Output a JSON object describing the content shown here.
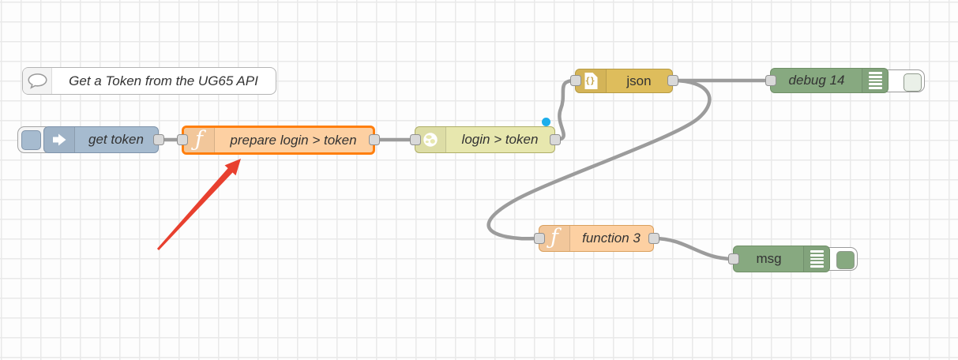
{
  "app": "node-red-flow-editor",
  "comment": {
    "label": "Get a Token from the UG65 API",
    "icon": "comment-bubble-icon"
  },
  "nodes": {
    "inject": {
      "label": "get token",
      "type": "inject",
      "color": "#a6bbcf",
      "icon": "inject-arrow-icon"
    },
    "prepare": {
      "label": "prepare login > token",
      "type": "function",
      "color": "#fdd0a2",
      "icon": "function-f-icon",
      "selected": true
    },
    "http": {
      "label": "login > token",
      "type": "http-request",
      "color": "#e7e7ae",
      "icon": "globe-icon",
      "changed": true
    },
    "json": {
      "label": "json",
      "type": "json",
      "color": "#debd5c",
      "icon": "json-file-icon"
    },
    "debug14": {
      "label": "debug 14",
      "type": "debug",
      "color": "#87a980",
      "icon": "debug-list-icon",
      "enabled": false
    },
    "function3": {
      "label": "function 3",
      "type": "function",
      "color": "#fdd0a2",
      "icon": "function-f-icon"
    },
    "msg": {
      "label": "msg",
      "type": "debug",
      "color": "#87a980",
      "icon": "debug-list-icon",
      "enabled": true
    }
  },
  "wires": [
    {
      "from": "inject",
      "to": "prepare"
    },
    {
      "from": "prepare",
      "to": "http"
    },
    {
      "from": "http",
      "to": "json"
    },
    {
      "from": "json",
      "to": "debug14"
    },
    {
      "from": "json",
      "to": "function3"
    },
    {
      "from": "function3",
      "to": "msg"
    }
  ],
  "colors": {
    "selection_outline": "#ff7f0e",
    "wire": "#9c9c9c",
    "changed_dot": "#1caeeb",
    "annotation_arrow": "#e8402f",
    "grid_line": "#e9e9e9",
    "canvas_bg": "#fdfdfd",
    "port": "#d9d9d9"
  }
}
